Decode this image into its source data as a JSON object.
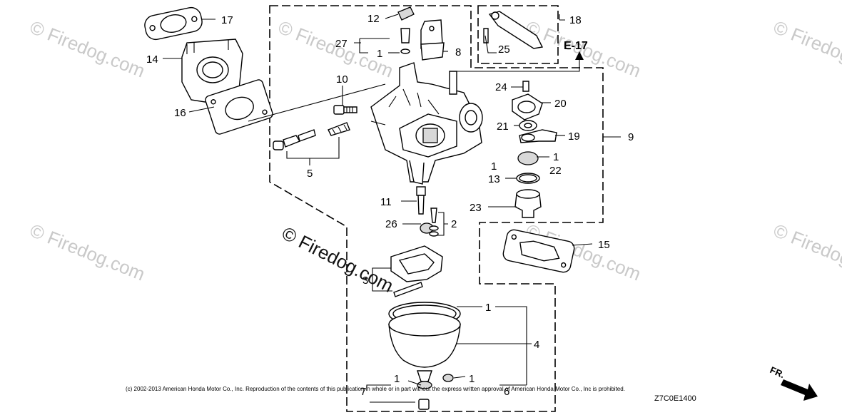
{
  "callouts": [
    "17",
    "14",
    "16",
    "12",
    "27",
    "1",
    "8",
    "10",
    "5",
    "18",
    "25",
    "24",
    "20",
    "21",
    "19",
    "9",
    "1",
    "22",
    "1",
    "13",
    "23",
    "11",
    "26",
    "2",
    "3",
    "15",
    "1",
    "4",
    "1",
    "1",
    "7",
    "6"
  ],
  "reference": "E-17",
  "watermark": {
    "faint": [
      "© Firedog.com",
      "© Firedog.com",
      "© Firedog.com",
      "© Firedog.com",
      "© Firedog.com",
      "© Firedog.com",
      "© Firedog.com"
    ],
    "main": "© Firedog.com"
  },
  "copyright": "(c) 2002-2013 American Honda Motor Co., Inc. Reproduction of the contents of this publication in whole or in part without the express written approval of American Honda Motor Co., Inc is prohibited.",
  "diagram_code": "Z7C0E1400",
  "front_label": "FR.",
  "colors": {
    "line": "#000000",
    "watermark": "#c9c9c9",
    "background": "#ffffff"
  }
}
